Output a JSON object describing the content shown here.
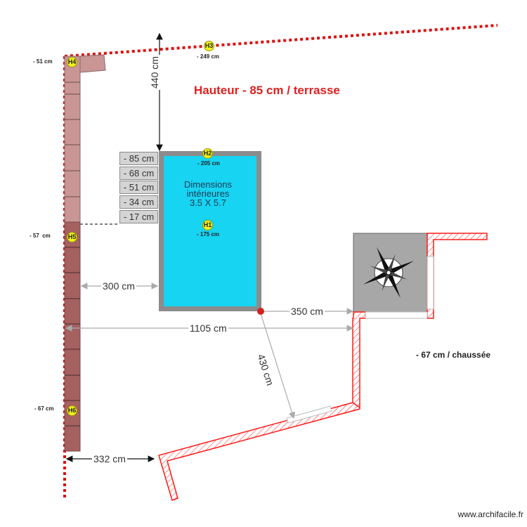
{
  "title": "Hauteur - 85 cm / terrasse",
  "pool": {
    "label_line1": "Dimensions",
    "label_line2": "intérieures",
    "label_line3": "3.5 X 5.7",
    "color": "#16d4f2",
    "border_color": "#8c8c8c"
  },
  "steps": [
    "- 85 cm",
    "- 68 cm",
    "- 51 cm",
    "- 34 cm",
    "- 17 cm"
  ],
  "markers": [
    {
      "id": "H1",
      "level": "- 175 cm"
    },
    {
      "id": "H2",
      "level": "- 205 cm"
    },
    {
      "id": "H3",
      "level": "- 249 cm"
    },
    {
      "id": "H4",
      "level": "- 51 cm"
    },
    {
      "id": "H5",
      "level": "- 57  cm"
    },
    {
      "id": "H6",
      "level": "- 67 cm"
    }
  ],
  "dimensions": {
    "d440": "440 cm",
    "d300": "300 cm",
    "d350": "350 cm",
    "d1105": "1105 cm",
    "d430": "430 cm",
    "d332": "332 cm"
  },
  "road_label": "- 67 cm / chaussée",
  "footer": "www.archifacile.fr",
  "colors": {
    "property_line": "#dd1111",
    "wall_hatch": "#ff1a1a",
    "brick_light": "#c99595",
    "brick_dark": "#a56060",
    "shed": "#a7a7a7"
  }
}
